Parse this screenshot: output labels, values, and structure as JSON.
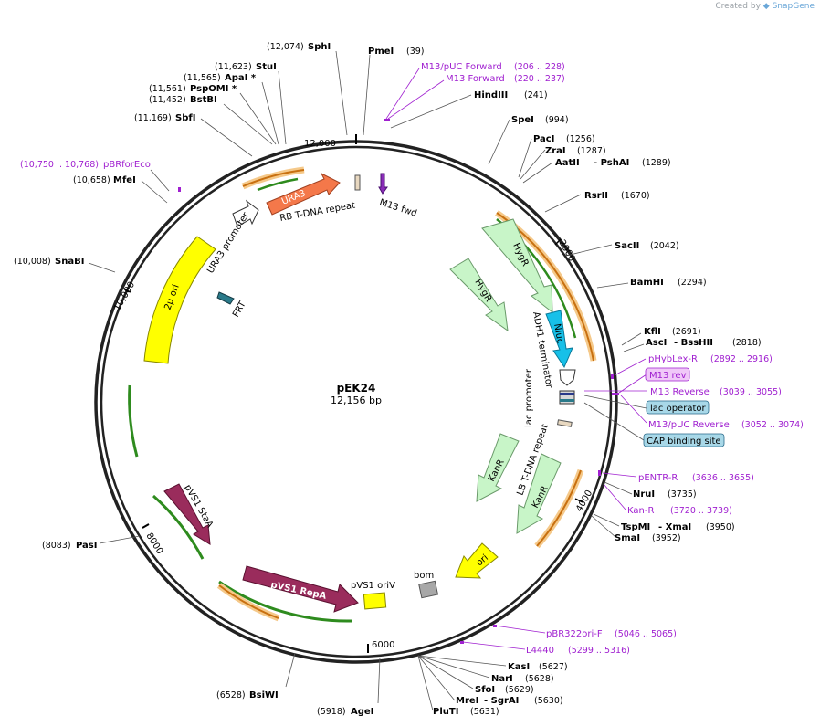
{
  "credit": {
    "prefix": "Created by",
    "brand": "SnapGene"
  },
  "plasmid": {
    "name": "pEK24",
    "size_label": "12,156 bp",
    "length": 12156
  },
  "ticks": [
    {
      "label": "2000",
      "pos": 2000
    },
    {
      "label": "4000",
      "pos": 4000
    },
    {
      "label": "6000",
      "pos": 6000
    },
    {
      "label": "8000",
      "pos": 8000
    },
    {
      "label": "10,000",
      "pos": 10000
    },
    {
      "label": "12,000",
      "pos": 12000
    }
  ],
  "colors": {
    "enzyme": "#000000",
    "primer": "#a020d0",
    "backbone": "#222222",
    "orf_green": "#2e8b1e",
    "orf_orange": "#c87010",
    "hygr": "#c8f5c8",
    "kanr": "#c8f5c8",
    "ura3": "#f4784a",
    "nluc": "#17c0e8",
    "two_mu": "#ffff00",
    "pvs1": "#9a2c5c",
    "ori": "#ffff00",
    "bom": "#a8a8a8",
    "frt": "#2a7a8a"
  },
  "left_labels": [
    {
      "name": "SphI",
      "num": "(12,074)"
    },
    {
      "name": "StuI",
      "num": "(11,623)"
    },
    {
      "name": "ApaI *",
      "num": "(11,565)"
    },
    {
      "name": "PspOMI *",
      "num": "(11,561)"
    },
    {
      "name": "BstBI",
      "num": "(11,452)"
    },
    {
      "name": "SbfI",
      "num": "(11,169)"
    },
    {
      "name": "pBRforEco",
      "num": "(10,750 .. 10,768)",
      "primer": true
    },
    {
      "name": "MfeI",
      "num": "(10,658)"
    },
    {
      "name": "SnaBI",
      "num": "(10,008)"
    },
    {
      "name": "PasI",
      "num": "(8083)"
    },
    {
      "name": "BsiWI",
      "num": "(6528)"
    },
    {
      "name": "AgeI",
      "num": "(5918)"
    }
  ],
  "right_labels": [
    {
      "name": "PmeI",
      "num": "(39)"
    },
    {
      "name": "M13/pUC Forward",
      "num": "(206 .. 228)",
      "primer": true
    },
    {
      "name": "M13 Forward",
      "num": "(220 .. 237)",
      "primer": true
    },
    {
      "name": "HindIII",
      "num": "(241)"
    },
    {
      "name": "SpeI",
      "num": "(994)"
    },
    {
      "name": "PacI",
      "num": "(1256)"
    },
    {
      "name": "ZraI",
      "num": "(1287)"
    },
    {
      "name": "AatII",
      "num": ""
    },
    {
      "name": "- PshAI",
      "num": "(1289)"
    },
    {
      "name": "RsrII",
      "num": "(1670)"
    },
    {
      "name": "SacII",
      "num": "(2042)"
    },
    {
      "name": "BamHI",
      "num": "(2294)"
    },
    {
      "name": "KflI",
      "num": "(2691)"
    },
    {
      "name": "AscI",
      "num": ""
    },
    {
      "name": "- BssHII",
      "num": "(2818)"
    },
    {
      "name": "pHybLex-R",
      "num": "(2892 .. 2916)",
      "primer": true
    },
    {
      "name": "M13 rev",
      "num": "",
      "box": "primer"
    },
    {
      "name": "M13 Reverse",
      "num": "(3039 .. 3055)",
      "primer": true
    },
    {
      "name": "lac operator",
      "num": "",
      "box": "blue"
    },
    {
      "name": "M13/pUC Reverse",
      "num": "(3052 .. 3074)",
      "primer": true
    },
    {
      "name": "CAP binding site",
      "num": "",
      "box": "blue"
    },
    {
      "name": "pENTR-R",
      "num": "(3636 .. 3655)",
      "primer": true
    },
    {
      "name": "NruI",
      "num": "(3735)"
    },
    {
      "name": "Kan-R",
      "num": "(3720 .. 3739)",
      "primer": true
    },
    {
      "name": "TspMI",
      "num": ""
    },
    {
      "name": "- XmaI",
      "num": "(3950)"
    },
    {
      "name": "SmaI",
      "num": "(3952)"
    },
    {
      "name": "pBR322ori-F",
      "num": "(5046 .. 5065)",
      "primer": true
    },
    {
      "name": "L4440",
      "num": "(5299 .. 5316)",
      "primer": true
    },
    {
      "name": "KasI",
      "num": "(5627)"
    },
    {
      "name": "NarI",
      "num": "(5628)"
    },
    {
      "name": "SfoI",
      "num": "(5629)"
    },
    {
      "name": "MreI",
      "num": ""
    },
    {
      "name": "- SgrAI",
      "num": "(5630)"
    },
    {
      "name": "PluTI",
      "num": "(5631)"
    }
  ],
  "features": [
    {
      "name": "URA3",
      "color": "#f4784a"
    },
    {
      "name": "URA3 promoter",
      "color": "#ffffff"
    },
    {
      "name": "RB T-DNA repeat",
      "color": "#e8d8c0"
    },
    {
      "name": "M13 fwd",
      "color": "#8a2cb8"
    },
    {
      "name": "HygR",
      "color": "#c8f5c8"
    },
    {
      "name": "HygR",
      "color": "#c8f5c8"
    },
    {
      "name": "Nluc",
      "color": "#17c0e8"
    },
    {
      "name": "ADH1 terminator",
      "color": "#ffffff"
    },
    {
      "name": "lac promoter",
      "color": "#ffffff"
    },
    {
      "name": "LB T-DNA repeat",
      "color": "#e8d8c0"
    },
    {
      "name": "KanR",
      "color": "#c8f5c8"
    },
    {
      "name": "KanR",
      "color": "#c8f5c8"
    },
    {
      "name": "ori",
      "color": "#ffff00"
    },
    {
      "name": "bom",
      "color": "#a8a8a8"
    },
    {
      "name": "pVS1 oriV",
      "color": "#ffff00"
    },
    {
      "name": "pVS1 RepA",
      "color": "#9a2c5c"
    },
    {
      "name": "pVS1 StaA",
      "color": "#9a2c5c"
    },
    {
      "name": "2μ ori",
      "color": "#ffff00"
    },
    {
      "name": "FRT",
      "color": "#2a7a8a"
    }
  ]
}
